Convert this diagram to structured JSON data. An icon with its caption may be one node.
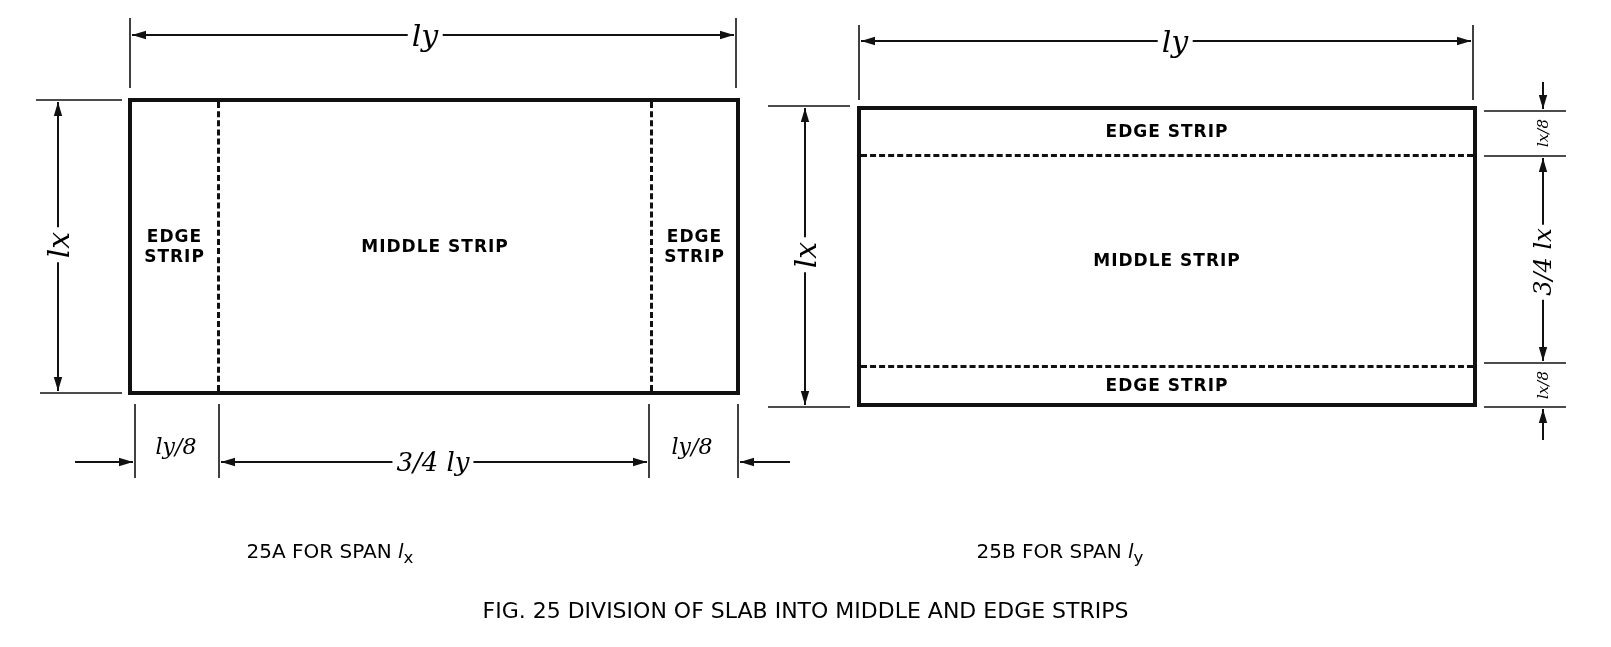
{
  "diagram": {
    "caption": "FIG. 25 DIVISION OF SLAB INTO MIDDLE AND EDGE STRIPS",
    "nodes": [
      {
        "text": [],
        "shape": "box"
      },
      {
        "text": [
          "EDGE STRIP"
        ],
        "in": 0
      },
      {
        "text": [
          "MIDDLE STRIP"
        ],
        "in": 0
      },
      {
        "text": [
          "EDGE STRIP"
        ],
        "in": 0
      },
      {
        "text": [],
        "shape": "box"
      },
      {
        "text": [
          "EDGE STRIP"
        ],
        "in": 4
      },
      {
        "text": [
          "MIDDLE STRIP"
        ],
        "in": 4
      },
      {
        "text": [
          "EDGE STRIP"
        ],
        "in": 4
      }
    ],
    "labels": [
      "ly",
      "lx",
      "ly/8",
      "3/4 ly",
      "ly/8",
      "ly",
      "lx",
      "lx/8",
      "3/4 lx",
      "lx/8",
      "25A FOR SPAN *l*$_{x}$",
      "25B FOR SPAN *l*$_{y}$"
    ]
  }
}
